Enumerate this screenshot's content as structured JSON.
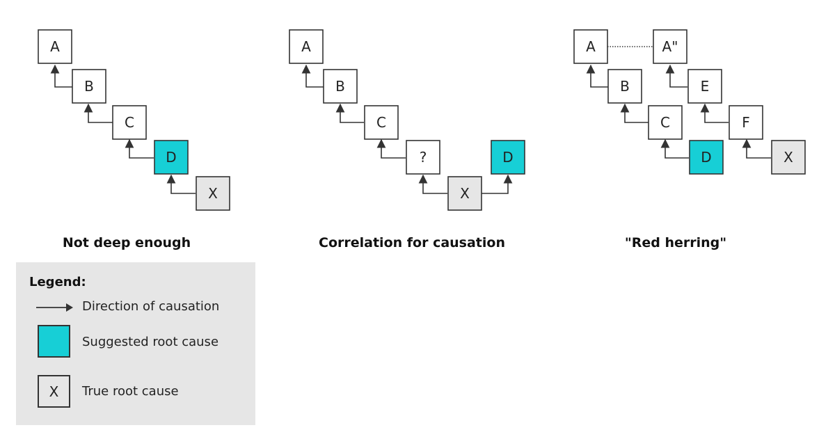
{
  "colors": {
    "suggested_root_cause": "#17cfd6",
    "true_root_cause": "#e6e6e6",
    "node_default": "#ffffff",
    "stroke": "#333333"
  },
  "diagrams": [
    {
      "title": "Not deep enough",
      "nodes": [
        {
          "id": "a1",
          "label": "A",
          "kind": "normal"
        },
        {
          "id": "b1",
          "label": "B",
          "kind": "normal"
        },
        {
          "id": "c1",
          "label": "C",
          "kind": "normal"
        },
        {
          "id": "d1",
          "label": "D",
          "kind": "suggested"
        },
        {
          "id": "x1",
          "label": "X",
          "kind": "true"
        }
      ]
    },
    {
      "title": "Correlation for causation",
      "nodes": [
        {
          "id": "a2",
          "label": "A",
          "kind": "normal"
        },
        {
          "id": "b2",
          "label": "B",
          "kind": "normal"
        },
        {
          "id": "c2",
          "label": "C",
          "kind": "normal"
        },
        {
          "id": "q2",
          "label": "?",
          "kind": "normal"
        },
        {
          "id": "x2",
          "label": "X",
          "kind": "true"
        },
        {
          "id": "d2",
          "label": "D",
          "kind": "suggested"
        }
      ]
    },
    {
      "title": "\"Red herring\"",
      "nodes": [
        {
          "id": "a3",
          "label": "A",
          "kind": "normal"
        },
        {
          "id": "b3",
          "label": "B",
          "kind": "normal"
        },
        {
          "id": "c3",
          "label": "C",
          "kind": "normal"
        },
        {
          "id": "d3",
          "label": "D",
          "kind": "suggested"
        },
        {
          "id": "a3p",
          "label": "A\"",
          "kind": "normal"
        },
        {
          "id": "e3",
          "label": "E",
          "kind": "normal"
        },
        {
          "id": "f3",
          "label": "F",
          "kind": "normal"
        },
        {
          "id": "x3",
          "label": "X",
          "kind": "true"
        }
      ]
    }
  ],
  "legend": {
    "title": "Legend:",
    "direction_label": "Direction of causation",
    "suggested_label": "Suggested root cause",
    "true_label": "True root cause",
    "true_symbol": "X"
  }
}
